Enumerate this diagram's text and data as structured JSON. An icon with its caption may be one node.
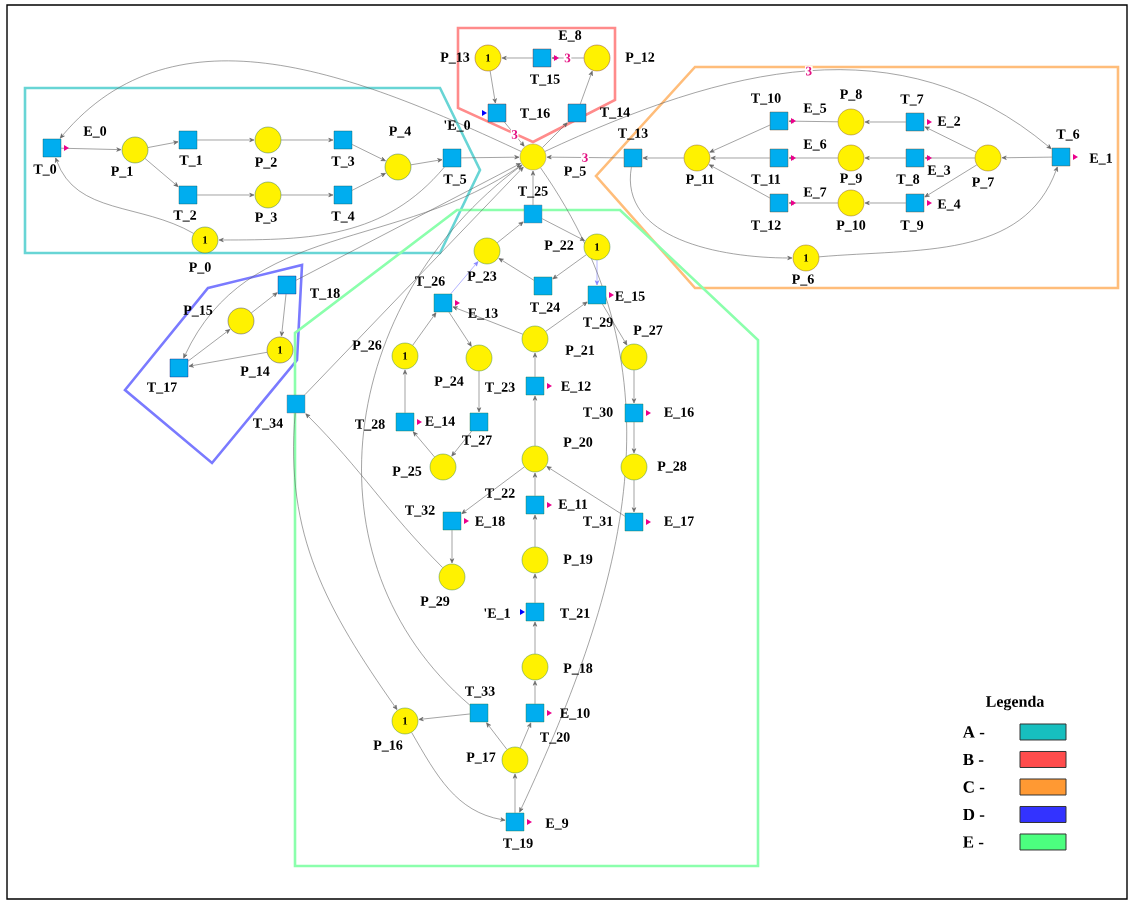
{
  "diagram": {
    "nodes": [
      {
        "text": [],
        "shape": "polygon"
      },
      {
        "text": [],
        "shape": "polygon"
      },
      {
        "text": [],
        "shape": "polygon"
      },
      {
        "text": [],
        "shape": "polygon"
      },
      {
        "text": [],
        "shape": "polygon"
      },
      {
        "text": [
          "1"
        ],
        "beside": [
          "P_0"
        ],
        "in": 0
      },
      {
        "text": [],
        "shape": "circle",
        "beside": [
          "P_1"
        ],
        "in": 0
      },
      {
        "text": [],
        "shape": "circle",
        "beside": [
          "P_2"
        ],
        "in": 0
      },
      {
        "text": [],
        "shape": "circle",
        "beside": [
          "P_3"
        ],
        "in": 0
      },
      {
        "text": [],
        "shape": "circle",
        "beside": [
          "P_4"
        ],
        "in": 0
      },
      {
        "text": [],
        "shape": "circle",
        "beside": [
          "P_5"
        ]
      },
      {
        "text": [
          "1"
        ],
        "beside": [
          "P_6"
        ],
        "in": 2
      },
      {
        "text": [],
        "shape": "circle",
        "beside": [
          "P_7"
        ],
        "in": 2
      },
      {
        "text": [],
        "shape": "circle",
        "beside": [
          "P_8"
        ],
        "in": 2
      },
      {
        "text": [],
        "shape": "circle",
        "beside": [
          "P_9"
        ],
        "in": 2
      },
      {
        "text": [],
        "shape": "circle",
        "beside": [
          "P_10"
        ],
        "in": 2
      },
      {
        "text": [],
        "shape": "circle",
        "beside": [
          "P_11"
        ],
        "in": 2
      },
      {
        "text": [],
        "shape": "circle",
        "beside": [
          "P_12"
        ],
        "in": 1
      },
      {
        "text": [
          "1"
        ],
        "beside": [
          "P_13"
        ],
        "in": 1
      },
      {
        "text": [
          "1"
        ],
        "beside": [
          "P_14"
        ],
        "in": 3
      },
      {
        "text": [],
        "shape": "circle",
        "beside": [
          "P_15"
        ],
        "in": 3
      },
      {
        "text": [
          "1"
        ],
        "beside": [
          "P_16"
        ],
        "in": 4
      },
      {
        "text": [],
        "shape": "circle",
        "beside": [
          "P_17"
        ],
        "in": 4
      },
      {
        "text": [],
        "shape": "circle",
        "beside": [
          "P_18"
        ],
        "in": 4
      },
      {
        "text": [],
        "shape": "circle",
        "beside": [
          "P_19"
        ],
        "in": 4
      },
      {
        "text": [],
        "shape": "circle",
        "beside": [
          "P_20"
        ],
        "in": 4
      },
      {
        "text": [],
        "shape": "circle",
        "beside": [
          "P_21"
        ],
        "in": 4
      },
      {
        "text": [
          "1"
        ],
        "beside": [
          "P_22"
        ],
        "in": 4
      },
      {
        "text": [],
        "shape": "circle",
        "beside": [
          "P_23"
        ],
        "in": 4
      },
      {
        "text": [],
        "shape": "circle",
        "beside": [
          "P_24"
        ],
        "in": 4
      },
      {
        "text": [],
        "shape": "circle",
        "beside": [
          "P_25"
        ],
        "in": 4
      },
      {
        "text": [
          "1"
        ],
        "beside": [
          "P_26"
        ],
        "in": 4
      },
      {
        "text": [],
        "shape": "circle",
        "beside": [
          "P_27"
        ],
        "in": 4
      },
      {
        "text": [],
        "shape": "circle",
        "beside": [
          "P_28"
        ],
        "in": 4
      },
      {
        "text": [],
        "shape": "circle",
        "beside": [
          "P_29"
        ],
        "in": 4
      },
      {
        "text": [],
        "shape": "box",
        "beside": [
          "T_0",
          "E_0"
        ],
        "in": 0
      },
      {
        "text": [],
        "shape": "box",
        "beside": [
          "T_1"
        ],
        "in": 0
      },
      {
        "text": [],
        "shape": "box",
        "beside": [
          "T_2"
        ],
        "in": 0
      },
      {
        "text": [],
        "shape": "box",
        "beside": [
          "T_3"
        ],
        "in": 0
      },
      {
        "text": [],
        "shape": "box",
        "beside": [
          "T_4"
        ],
        "in": 0
      },
      {
        "text": [],
        "shape": "box",
        "beside": [
          "T_5"
        ],
        "in": 0
      },
      {
        "text": [],
        "shape": "box",
        "beside": [
          "T_6",
          "E_1"
        ],
        "in": 2
      },
      {
        "text": [],
        "shape": "box",
        "beside": [
          "T_7",
          "E_2"
        ],
        "in": 2
      },
      {
        "text": [],
        "shape": "box",
        "beside": [
          "T_8",
          "E_3"
        ],
        "in": 2
      },
      {
        "text": [],
        "shape": "box",
        "beside": [
          "T_9",
          "E_4"
        ],
        "in": 2
      },
      {
        "text": [],
        "shape": "box",
        "beside": [
          "T_10",
          "E_5"
        ],
        "in": 2
      },
      {
        "text": [],
        "shape": "box",
        "beside": [
          "T_11",
          "E_6"
        ],
        "in": 2
      },
      {
        "text": [],
        "shape": "box",
        "beside": [
          "T_12",
          "E_7"
        ],
        "in": 2
      },
      {
        "text": [],
        "shape": "box",
        "beside": [
          "T_13"
        ],
        "in": 2
      },
      {
        "text": [],
        "shape": "box",
        "beside": [
          "T_14"
        ],
        "in": 1
      },
      {
        "text": [],
        "shape": "box",
        "beside": [
          "T_15",
          "E_8"
        ],
        "in": 1
      },
      {
        "text": [],
        "shape": "box",
        "beside": [
          "T_16",
          "'E_0"
        ],
        "in": 1
      },
      {
        "text": [],
        "shape": "box",
        "beside": [
          "T_17"
        ],
        "in": 3
      },
      {
        "text": [],
        "shape": "box",
        "beside": [
          "T_18"
        ],
        "in": 3
      },
      {
        "text": [],
        "shape": "box",
        "beside": [
          "T_19",
          "E_9"
        ],
        "in": 4
      },
      {
        "text": [],
        "shape": "box",
        "beside": [
          "T_20",
          "E_10"
        ],
        "in": 4
      },
      {
        "text": [],
        "shape": "box",
        "beside": [
          "T_21",
          "'E_1"
        ],
        "in": 4
      },
      {
        "text": [],
        "shape": "box",
        "beside": [
          "T_22",
          "E_11"
        ],
        "in": 4
      },
      {
        "text": [],
        "shape": "box",
        "beside": [
          "T_23",
          "E_12"
        ],
        "in": 4
      },
      {
        "text": [],
        "shape": "box",
        "beside": [
          "T_24"
        ],
        "in": 4
      },
      {
        "text": [],
        "shape": "box",
        "beside": [
          "T_25"
        ]
      },
      {
        "text": [],
        "shape": "box",
        "beside": [
          "T_26",
          "E_13"
        ],
        "in": 4
      },
      {
        "text": [],
        "shape": "box",
        "beside": [
          "T_27"
        ],
        "in": 4
      },
      {
        "text": [],
        "shape": "box",
        "beside": [
          "T_28",
          "E_14"
        ],
        "in": 4
      },
      {
        "text": [],
        "shape": "box",
        "beside": [
          "T_29",
          "E_15"
        ],
        "in": 4
      },
      {
        "text": [],
        "shape": "box",
        "beside": [
          "T_30",
          "E_16"
        ],
        "in": 4
      },
      {
        "text": [],
        "shape": "box",
        "beside": [
          "T_31",
          "E_17"
        ],
        "in": 4
      },
      {
        "text": [],
        "shape": "box",
        "beside": [
          "T_32",
          "E_18"
        ],
        "in": 4
      },
      {
        "text": [],
        "shape": "box",
        "beside": [
          "T_33"
        ],
        "in": 4
      },
      {
        "text": [],
        "shape": "box",
        "beside": [
          "T_34"
        ]
      }
    ],
    "edges": [
      {
        "from": 35,
        "to": 6,
        "arrow": "to"
      },
      {
        "from": 6,
        "to": 36,
        "arrow": "to"
      },
      {
        "from": 6,
        "to": 37,
        "arrow": "to"
      },
      {
        "from": 36,
        "to": 7,
        "arrow": "to"
      },
      {
        "from": 37,
        "to": 8,
        "arrow": "to"
      },
      {
        "from": 7,
        "to": 38,
        "arrow": "to"
      },
      {
        "from": 8,
        "to": 39,
        "arrow": "to"
      },
      {
        "from": 38,
        "to": 9,
        "arrow": "to"
      },
      {
        "from": 39,
        "to": 9,
        "arrow": "to"
      },
      {
        "from": 9,
        "to": 40,
        "arrow": "to"
      },
      {
        "from": 40,
        "to": 10,
        "arrow": "to"
      },
      {
        "from": 5,
        "to": 35,
        "arrow": "to"
      },
      {
        "from": 10,
        "to": 35,
        "arrow": "to"
      },
      {
        "from": 40,
        "to": 5,
        "arrow": "to"
      },
      {
        "from": 17,
        "to": 50,
        "arrow": "to",
        "label": "3"
      },
      {
        "from": 50,
        "to": 18,
        "arrow": "to"
      },
      {
        "from": 18,
        "to": 51,
        "arrow": "to"
      },
      {
        "from": 51,
        "to": 10,
        "arrow": "to",
        "label": "3"
      },
      {
        "from": 10,
        "to": 49,
        "arrow": "to"
      },
      {
        "from": 49,
        "to": 17,
        "arrow": "to"
      },
      {
        "from": 10,
        "to": 41,
        "arrow": "to",
        "label": "3"
      },
      {
        "from": 48,
        "to": 10,
        "arrow": "to",
        "label": "3"
      },
      {
        "from": 16,
        "to": 48,
        "arrow": "to"
      },
      {
        "from": 48,
        "to": 11,
        "arrow": "to"
      },
      {
        "from": 11,
        "to": 41,
        "arrow": "to"
      },
      {
        "from": 41,
        "to": 12,
        "arrow": "to"
      },
      {
        "from": 12,
        "to": 42,
        "arrow": "to"
      },
      {
        "from": 12,
        "to": 43,
        "arrow": "to"
      },
      {
        "from": 12,
        "to": 44,
        "arrow": "to"
      },
      {
        "from": 42,
        "to": 13,
        "arrow": "to"
      },
      {
        "from": 43,
        "to": 14,
        "arrow": "to"
      },
      {
        "from": 44,
        "to": 15,
        "arrow": "to"
      },
      {
        "from": 13,
        "to": 45,
        "arrow": "to"
      },
      {
        "from": 14,
        "to": 46,
        "arrow": "to"
      },
      {
        "from": 15,
        "to": 47,
        "arrow": "to"
      },
      {
        "from": 45,
        "to": 16,
        "arrow": "to"
      },
      {
        "from": 46,
        "to": 16,
        "arrow": "to"
      },
      {
        "from": 47,
        "to": 16,
        "arrow": "to"
      },
      {
        "from": 10,
        "to": 52,
        "arrow": "to"
      },
      {
        "from": 52,
        "to": 20,
        "arrow": "to"
      },
      {
        "from": 20,
        "to": 53,
        "arrow": "to"
      },
      {
        "from": 53,
        "to": 19,
        "arrow": "to"
      },
      {
        "from": 19,
        "to": 52,
        "arrow": "to"
      },
      {
        "from": 53,
        "to": 10,
        "arrow": "to"
      },
      {
        "from": 60,
        "to": 10,
        "arrow": "to"
      },
      {
        "from": 60,
        "to": 27,
        "arrow": "to"
      },
      {
        "from": 28,
        "to": 60,
        "arrow": "to"
      },
      {
        "from": 27,
        "to": 59,
        "arrow": "to"
      },
      {
        "from": 59,
        "to": 28,
        "arrow": "to"
      },
      {
        "from": 27,
        "to": 64,
        "arrow": "to",
        "color": "#8080ff"
      },
      {
        "from": 26,
        "to": 64,
        "arrow": "to"
      },
      {
        "from": 64,
        "to": 32,
        "arrow": "to"
      },
      {
        "from": 32,
        "to": 65,
        "arrow": "to"
      },
      {
        "from": 65,
        "to": 33,
        "arrow": "to"
      },
      {
        "from": 33,
        "to": 66,
        "arrow": "to"
      },
      {
        "from": 66,
        "to": 25,
        "arrow": "to"
      },
      {
        "from": 26,
        "to": 61,
        "arrow": "to"
      },
      {
        "from": 31,
        "to": 61,
        "arrow": "to"
      },
      {
        "from": 61,
        "to": 29,
        "arrow": "to"
      },
      {
        "from": 61,
        "to": 28,
        "arrow": "to",
        "color": "#8080ff"
      },
      {
        "from": 29,
        "to": 62,
        "arrow": "to"
      },
      {
        "from": 62,
        "to": 30,
        "arrow": "to"
      },
      {
        "from": 30,
        "to": 63,
        "arrow": "to"
      },
      {
        "from": 63,
        "to": 31,
        "arrow": "to"
      },
      {
        "from": 25,
        "to": 58,
        "arrow": "to"
      },
      {
        "from": 58,
        "to": 26,
        "arrow": "to"
      },
      {
        "from": 24,
        "to": 57,
        "arrow": "to"
      },
      {
        "from": 57,
        "to": 25,
        "arrow": "to"
      },
      {
        "from": 25,
        "to": 67,
        "arrow": "to"
      },
      {
        "from": 67,
        "to": 34,
        "arrow": "to"
      },
      {
        "from": 34,
        "to": 69,
        "arrow": "to"
      },
      {
        "from": 69,
        "to": 10,
        "arrow": "to"
      },
      {
        "from": 69,
        "to": 21,
        "arrow": "to"
      },
      {
        "from": 23,
        "to": 56,
        "arrow": "to"
      },
      {
        "from": 56,
        "to": 24,
        "arrow": "to"
      },
      {
        "from": 22,
        "to": 55,
        "arrow": "to"
      },
      {
        "from": 55,
        "to": 23,
        "arrow": "to"
      },
      {
        "from": 22,
        "to": 68,
        "arrow": "to"
      },
      {
        "from": 68,
        "to": 21,
        "arrow": "to"
      },
      {
        "from": 54,
        "to": 22,
        "arrow": "to"
      },
      {
        "from": 21,
        "to": 54,
        "arrow": "to"
      },
      {
        "from": 10,
        "to": 54,
        "arrow": "to"
      },
      {
        "from": 68,
        "to": 10,
        "arrow": "to"
      }
    ],
    "labels": [
      "Legenda"
    ],
    "legend": [
      {
        "text": "A -",
        "color": "#17bfbf"
      },
      {
        "text": "B -",
        "color": "#ff4c4c"
      },
      {
        "text": "C -",
        "color": "#ff9933"
      },
      {
        "text": "D -",
        "color": "#3333ff"
      },
      {
        "text": "E -",
        "color": "#4cff7f"
      }
    ]
  }
}
